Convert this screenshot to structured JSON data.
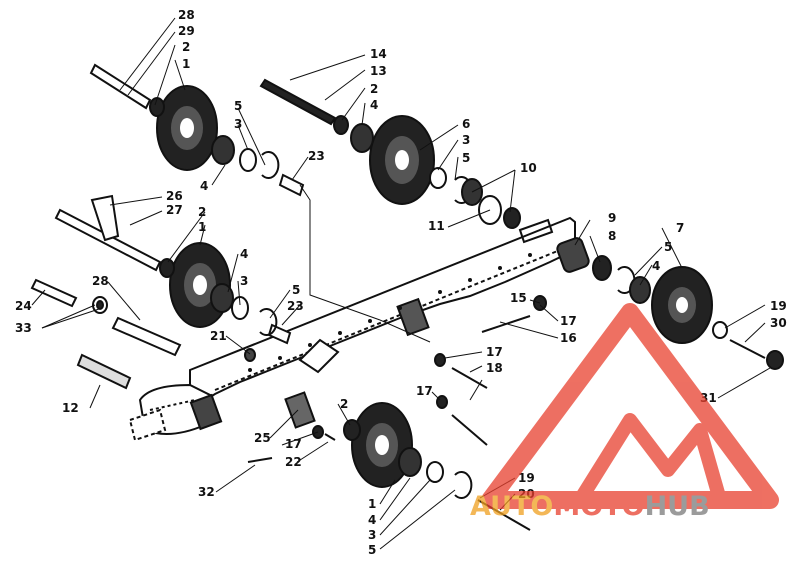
{
  "callouts": {
    "n28a": "28",
    "n29": "29",
    "n2a": "2",
    "n1a": "1",
    "n14": "14",
    "n13": "13",
    "n2b": "2",
    "n4a": "4",
    "n5a": "5",
    "n3a": "3",
    "n6": "6",
    "n3b": "3",
    "n5b": "5",
    "n23a": "23",
    "n4b": "4",
    "n10": "10",
    "n11": "11",
    "n26": "26",
    "n2c": "2",
    "n27": "27",
    "n1b": "1",
    "n9": "9",
    "n8": "8",
    "n7": "7",
    "n5c": "5",
    "n4c": "4",
    "n4d": "4",
    "n3c": "3",
    "n5d": "5",
    "n23b": "23",
    "n24": "24",
    "n28b": "28",
    "n33": "33",
    "n15": "15",
    "n17a": "17",
    "n16": "16",
    "n19a": "19",
    "n30": "30",
    "n31": "31",
    "n21": "21",
    "n17b": "17",
    "n18": "18",
    "n17c": "17",
    "n12": "12",
    "n25": "25",
    "n2d": "2",
    "n17d": "17",
    "n22": "22",
    "n32": "32",
    "n1c": "1",
    "n4e": "4",
    "n3d": "3",
    "n5e": "5",
    "n19b": "19",
    "n20": "20"
  },
  "watermark": {
    "part1": "AUTO",
    "part2": "MOTO",
    "part3": "HUB",
    "color_red": "#e8402e",
    "color_orange": "#f0a020",
    "color_gray": "#7a7a7a"
  }
}
